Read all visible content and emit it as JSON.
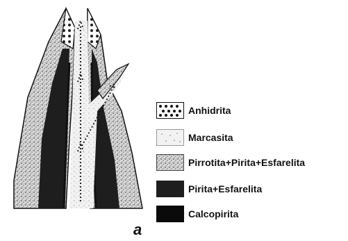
{
  "legend": [
    {
      "key": "anhidrita",
      "label": "Anhidrita",
      "pattern": "circles"
    },
    {
      "key": "marcasita",
      "label": "Marcasita",
      "pattern": "light-stipple"
    },
    {
      "key": "pirrotita",
      "label": "Pirrotita+Pirita+Esfarelita",
      "pattern": "dense-stipple"
    },
    {
      "key": "pirita",
      "label": "Pirita+Esfarelita",
      "pattern": "solid-dark"
    },
    {
      "key": "calcopirita",
      "label": "Calcopirita",
      "pattern": "solid-black"
    }
  ],
  "panel_label": "a",
  "colors": {
    "black": "#111111",
    "dark": "#1e1e1e",
    "stipple_bg": "#d9d9d9",
    "light_bg": "#f2f2f2"
  }
}
